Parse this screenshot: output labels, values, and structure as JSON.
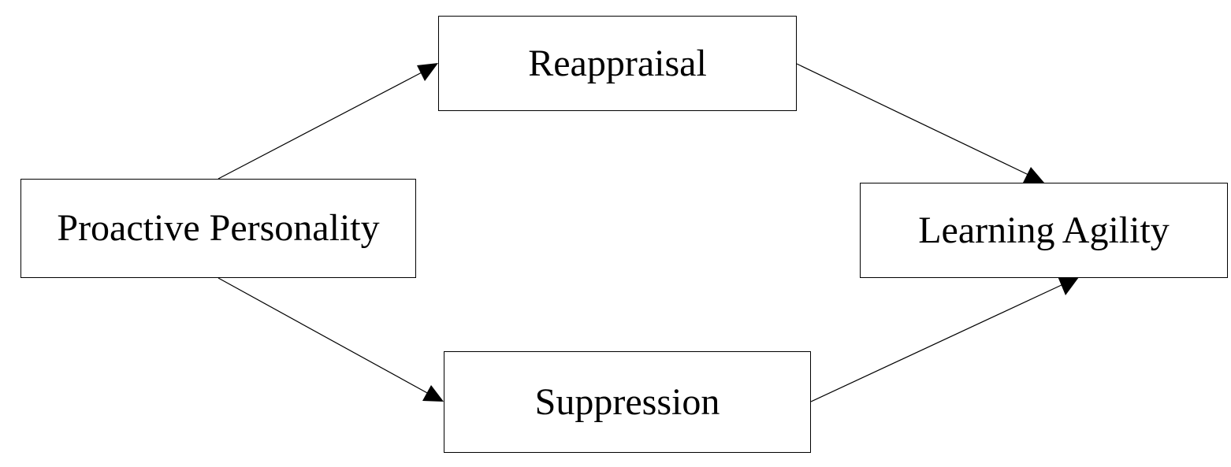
{
  "nodes": {
    "proactive": {
      "label": "Proactive Personality"
    },
    "reappraisal": {
      "label": "Reappraisal"
    },
    "suppression": {
      "label": "Suppression"
    },
    "agility": {
      "label": "Learning Agility"
    }
  },
  "edges": [
    {
      "from": "proactive",
      "to": "reappraisal"
    },
    {
      "from": "reappraisal",
      "to": "agility"
    },
    {
      "from": "proactive",
      "to": "suppression"
    },
    {
      "from": "suppression",
      "to": "agility"
    }
  ],
  "colors": {
    "stroke": "#000000",
    "background": "#ffffff",
    "text": "#000000"
  }
}
